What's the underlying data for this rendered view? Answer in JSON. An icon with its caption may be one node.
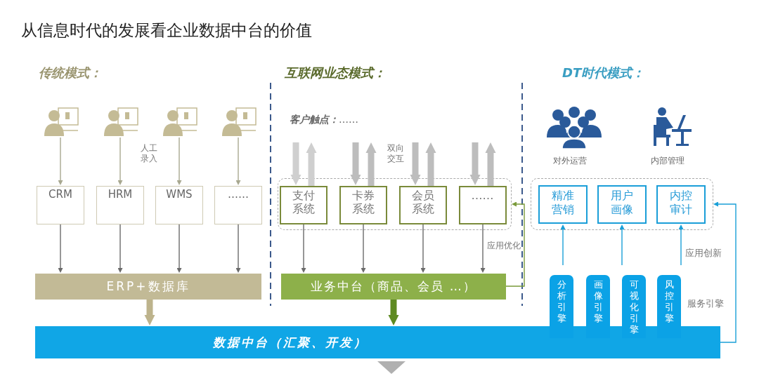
{
  "diagram": {
    "title": "从信息时代的发展看企业数据中台的价值",
    "nodes": [
      {
        "text": [],
        "shape": "person"
      },
      {
        "text": [],
        "shape": "person"
      },
      {
        "text": [],
        "shape": "person"
      },
      {
        "text": [],
        "shape": "person"
      },
      {
        "text": [
          "CRM"
        ]
      },
      {
        "text": [
          "HRM"
        ]
      },
      {
        "text": [
          "WMS"
        ]
      },
      {
        "text": [
          "……"
        ]
      },
      {
        "text": [
          "ERP+数据库"
        ]
      },
      {
        "text": [],
        "shape": "box"
      },
      {
        "text": [
          "支付系统"
        ],
        "in": 9
      },
      {
        "text": [
          "卡券系统"
        ],
        "in": 9
      },
      {
        "text": [
          "会员系统"
        ],
        "in": 9
      },
      {
        "text": [
          "……"
        ],
        "in": 9
      },
      {
        "text": [
          "业务中台（商品、会员 …）"
        ]
      },
      {
        "text": [],
        "shape": "box"
      },
      {
        "text": [
          "精准营销"
        ],
        "in": 15
      },
      {
        "text": [
          "用户画像"
        ],
        "in": 15
      },
      {
        "text": [
          "内控审计"
        ],
        "in": 15
      },
      {
        "text": [
          "数据中台（汇聚、开发）"
        ]
      },
      {
        "text": [
          "分析引擎"
        ]
      },
      {
        "text": [
          "画像引擎"
        ]
      },
      {
        "text": [
          "可视化引擎"
        ]
      },
      {
        "text": [
          "风控引擎"
        ]
      }
    ],
    "edges": [
      {
        "from": 0,
        "to": 4,
        "arrow": "to",
        "color": "#a8a890"
      },
      {
        "from": 1,
        "to": 5,
        "arrow": "to",
        "color": "#a8a890"
      },
      {
        "from": 2,
        "to": 6,
        "arrow": "to",
        "color": "#a8a890"
      },
      {
        "from": 3,
        "to": 7,
        "arrow": "to",
        "color": "#a8a890"
      },
      {
        "from": 4,
        "to": 8,
        "arrow": "to"
      },
      {
        "from": 5,
        "to": 8,
        "arrow": "to"
      },
      {
        "from": 6,
        "to": 8,
        "arrow": "to"
      },
      {
        "from": 7,
        "to": 8,
        "arrow": "to"
      },
      {
        "from": null,
        "to": 10,
        "arrow": "to",
        "style": "thick",
        "color": "#cfcfcf"
      },
      {
        "from": 10,
        "to": null,
        "arrow": "to",
        "style": "thick",
        "color": "#cfcfcf"
      },
      {
        "from": null,
        "to": 11,
        "arrow": "to",
        "style": "thick",
        "color": "#bdbdbd"
      },
      {
        "from": 11,
        "to": null,
        "arrow": "to",
        "style": "thick",
        "color": "#bdbdbd"
      },
      {
        "from": null,
        "to": 12,
        "arrow": "to",
        "style": "thick",
        "color": "#bdbdbd"
      },
      {
        "from": 12,
        "to": null,
        "arrow": "to",
        "style": "thick",
        "color": "#bdbdbd"
      },
      {
        "from": null,
        "to": 13,
        "arrow": "to",
        "style": "thick",
        "color": "#bdbdbd"
      },
      {
        "from": 13,
        "to": null,
        "arrow": "to",
        "style": "thick",
        "color": "#bdbdbd"
      },
      {
        "from": 10,
        "to": 14,
        "arrow": "to"
      },
      {
        "from": 11,
        "to": 14,
        "arrow": "to"
      },
      {
        "from": 12,
        "to": 14,
        "arrow": "to"
      },
      {
        "from": 13,
        "to": 14,
        "arrow": "to"
      },
      {
        "from": 14,
        "to": 9,
        "arrow": "to",
        "label": "应用优化",
        "color": "#7a9a3a"
      },
      {
        "from": 8,
        "to": 19,
        "arrow": "to",
        "style": "thick",
        "color": "#bdb38c"
      },
      {
        "from": 14,
        "to": 19,
        "arrow": "to",
        "style": "thick",
        "color": "#5e8a22"
      },
      {
        "from": null,
        "to": 16,
        "arrow": "to",
        "color": "#1aa0d8"
      },
      {
        "from": null,
        "to": 17,
        "arrow": "to",
        "color": "#1aa0d8"
      },
      {
        "from": null,
        "to": 18,
        "arrow": "to",
        "label": "应用创新",
        "color": "#1aa0d8"
      },
      {
        "from": 19,
        "to": 15,
        "arrow": "to",
        "label": "服务引擎",
        "color": "#1aa0d8"
      }
    ],
    "labels": [
      "传统模式：",
      "互联网业态模式：",
      "DT时代模式：",
      "**客户触点：**……",
      "人工录入",
      "双向交互",
      "对外运营",
      "内部管理"
    ]
  }
}
